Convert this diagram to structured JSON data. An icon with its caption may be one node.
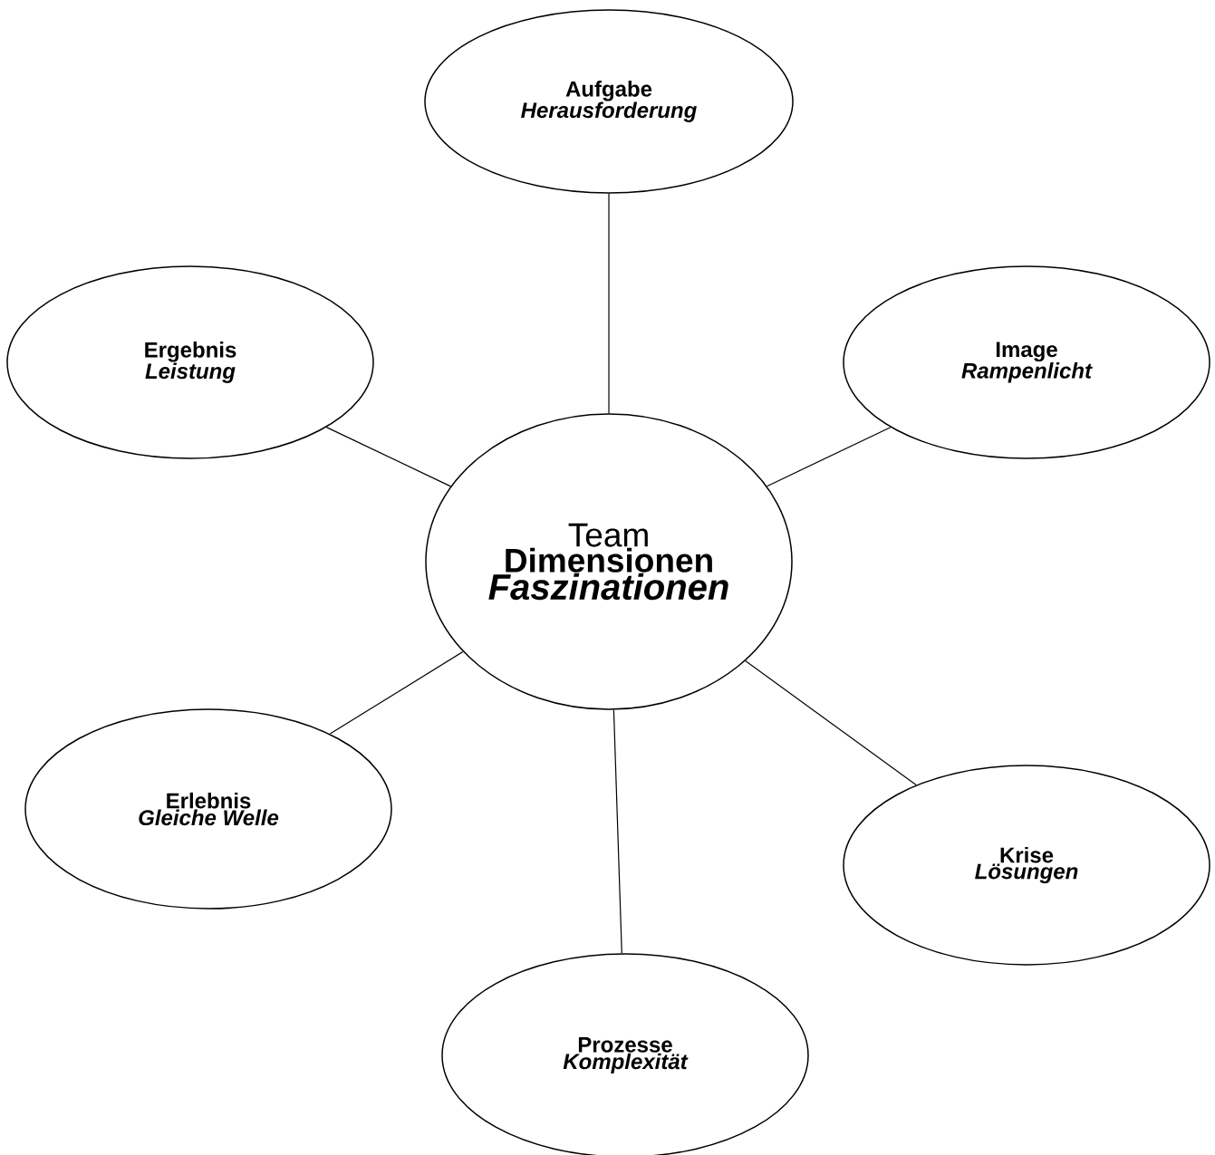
{
  "diagram": {
    "nodes": [
      {
        "text": [
          "Aufgabe",
          "Herausforderung"
        ]
      },
      {
        "text": [
          "Ergebnis",
          "Leistung"
        ]
      },
      {
        "text": [
          "Image",
          "Rampenlicht"
        ]
      },
      {
        "text": [
          "Team",
          "Dimensionen",
          "Faszinationen"
        ]
      },
      {
        "text": [
          "Erlebnis",
          "Gleiche Welle"
        ]
      },
      {
        "text": [
          "Krise",
          "Lösungen"
        ]
      },
      {
        "text": [
          "Prozesse",
          "Komplexität"
        ]
      }
    ],
    "edges": [
      {
        "from": 3,
        "to": 0,
        "arrow": "none"
      },
      {
        "from": 3,
        "to": 1,
        "arrow": "none"
      },
      {
        "from": 3,
        "to": 2,
        "arrow": "none"
      },
      {
        "from": 3,
        "to": 4,
        "arrow": "none"
      },
      {
        "from": 3,
        "to": 5,
        "arrow": "none"
      },
      {
        "from": 3,
        "to": 6,
        "arrow": "none"
      }
    ]
  }
}
